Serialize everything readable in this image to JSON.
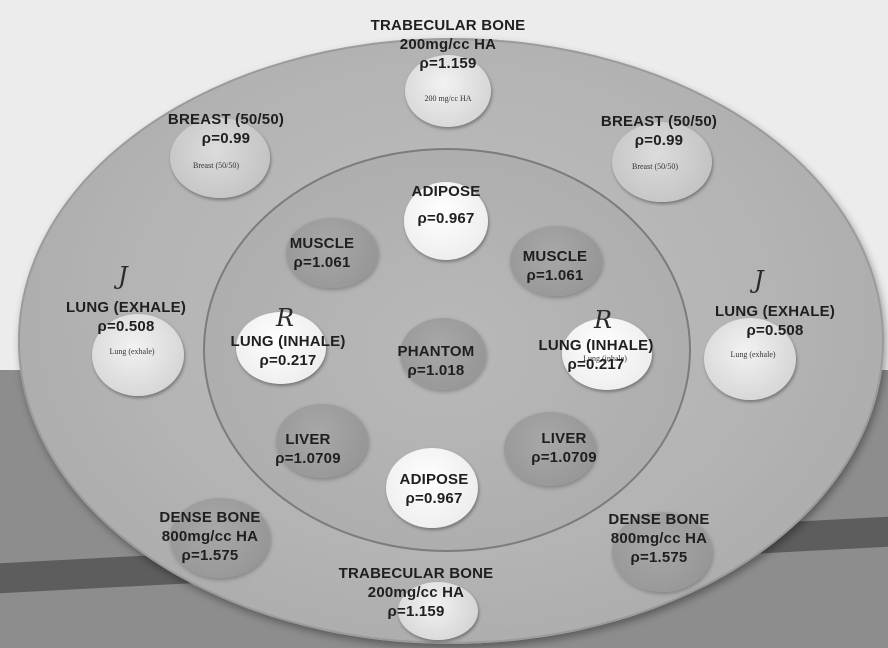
{
  "phantom": {
    "trabecular_top": {
      "name": "TRABECULAR BONE",
      "concentration": "200mg/cc HA",
      "density": "ρ=1.159",
      "plug_text": "200 mg/cc HA"
    },
    "breast_left": {
      "name": "BREAST (50/50)",
      "density": "ρ=0.99",
      "plug_text": "Breast (50/50)"
    },
    "breast_right": {
      "name": "BREAST (50/50)",
      "density": "ρ=0.99",
      "plug_text": "Breast (50/50)"
    },
    "adipose_top": {
      "name": "ADIPOSE",
      "density": "ρ=0.967"
    },
    "muscle_left": {
      "name": "MUSCLE",
      "density": "ρ=1.061"
    },
    "muscle_right": {
      "name": "MUSCLE",
      "density": "ρ=1.061"
    },
    "lung_exhale_left": {
      "name": "LUNG (EXHALE)",
      "density": "ρ=0.508",
      "plug_text": "Lung (exhale)",
      "mark": "J"
    },
    "lung_exhale_right": {
      "name": "LUNG (EXHALE)",
      "density": "ρ=0.508",
      "plug_text": "Lung (exhale)",
      "mark": "J"
    },
    "lung_inhale_left": {
      "name": "LUNG (INHALE)",
      "density": "ρ=0.217",
      "mark": "R"
    },
    "lung_inhale_right": {
      "name": "LUNG (INHALE)",
      "density": "ρ=0.217",
      "plug_text": "Lung (inhale)",
      "mark": "R"
    },
    "center": {
      "name": "PHANTOM",
      "density": "ρ=1.018"
    },
    "liver_left": {
      "name": "LIVER",
      "density": "ρ=1.0709"
    },
    "liver_right": {
      "name": "LIVER",
      "density": "ρ=1.0709"
    },
    "adipose_bottom": {
      "name": "ADIPOSE",
      "density": "ρ=0.967"
    },
    "dense_bone_left": {
      "name": "DENSE BONE",
      "concentration": "800mg/cc HA",
      "density": "ρ=1.575"
    },
    "dense_bone_right": {
      "name": "DENSE BONE",
      "concentration": "800mg/cc HA",
      "density": "ρ=1.575"
    },
    "trabecular_bottom": {
      "name": "TRABECULAR BONE",
      "concentration": "200mg/cc HA",
      "density": "ρ=1.159"
    }
  }
}
